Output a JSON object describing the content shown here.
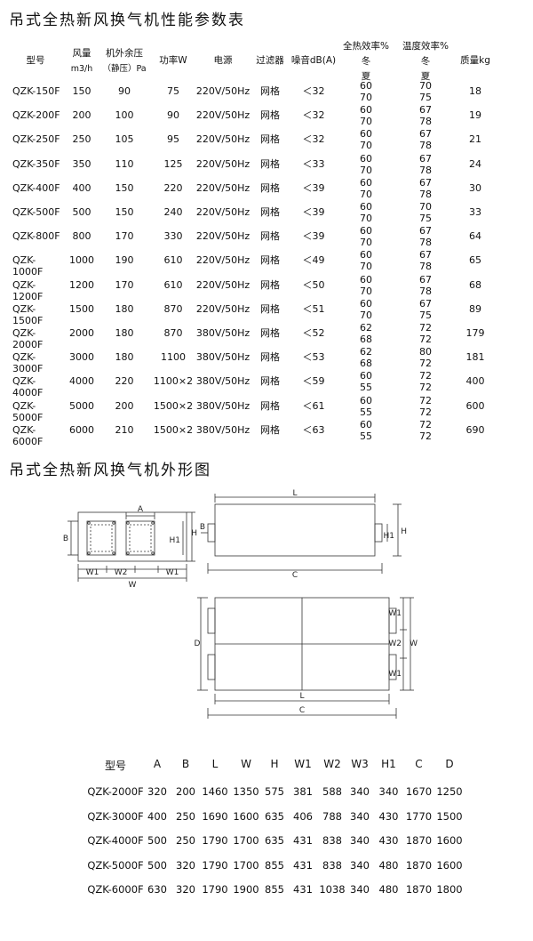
{
  "titles": {
    "spec_table": "吊式全热新风换气机性能参数表",
    "outline": "吊式全热新风换气机外形图"
  },
  "spec_table": {
    "headers": {
      "model": "型号",
      "airflow": "风量",
      "airflow_unit": "m3/h",
      "pressure": "机外余压",
      "pressure_unit": "（静压）Pa",
      "power": "功率W",
      "supply": "电源",
      "filter": "过滤器",
      "noise": "噪音dB(A)",
      "enthalpy_eff": "全热效率%",
      "enthalpy_winter": "冬",
      "enthalpy_summer": "夏",
      "temp_eff": "温度效率%",
      "temp_winter": "冬",
      "temp_summer": "夏",
      "mass": "质量kg"
    },
    "rows": [
      {
        "model": "QZK-150F",
        "airflow": "150",
        "pressure": "90",
        "power": "75",
        "supply": "220V/50Hz",
        "filter": "网格",
        "noise": "＜32",
        "eff_a": "60",
        "eff_b": "70",
        "temp_a": "70",
        "temp_b": "75",
        "mass": "18"
      },
      {
        "model": "QZK-200F",
        "airflow": "200",
        "pressure": "100",
        "power": "90",
        "supply": "220V/50Hz",
        "filter": "网格",
        "noise": "＜32",
        "eff_a": "60",
        "eff_b": "70",
        "temp_a": "67",
        "temp_b": "78",
        "mass": "19"
      },
      {
        "model": "QZK-250F",
        "airflow": "250",
        "pressure": "105",
        "power": "95",
        "supply": "220V/50Hz",
        "filter": "网格",
        "noise": "＜32",
        "eff_a": "60",
        "eff_b": "70",
        "temp_a": "67",
        "temp_b": "78",
        "mass": "21"
      },
      {
        "model": "QZK-350F",
        "airflow": "350",
        "pressure": "110",
        "power": "125",
        "supply": "220V/50Hz",
        "filter": "网格",
        "noise": "＜33",
        "eff_a": "60",
        "eff_b": "70",
        "temp_a": "67",
        "temp_b": "78",
        "mass": "24"
      },
      {
        "model": "QZK-400F",
        "airflow": "400",
        "pressure": "150",
        "power": "220",
        "supply": "220V/50Hz",
        "filter": "网格",
        "noise": "＜39",
        "eff_a": "60",
        "eff_b": "70",
        "temp_a": "67",
        "temp_b": "78",
        "mass": "30"
      },
      {
        "model": "QZK-500F",
        "airflow": "500",
        "pressure": "150",
        "power": "240",
        "supply": "220V/50Hz",
        "filter": "网格",
        "noise": "＜39",
        "eff_a": "60",
        "eff_b": "70",
        "temp_a": "70",
        "temp_b": "75",
        "mass": "33"
      },
      {
        "model": "QZK-800F",
        "airflow": "800",
        "pressure": "170",
        "power": "330",
        "supply": "220V/50Hz",
        "filter": "网格",
        "noise": "＜39",
        "eff_a": "60",
        "eff_b": "70",
        "temp_a": "67",
        "temp_b": "78",
        "mass": "64"
      },
      {
        "model": "QZK-1000F",
        "airflow": "1000",
        "pressure": "190",
        "power": "610",
        "supply": "220V/50Hz",
        "filter": "网格",
        "noise": "＜49",
        "eff_a": "60",
        "eff_b": "70",
        "temp_a": "67",
        "temp_b": "78",
        "mass": "65"
      },
      {
        "model": "QZK-1200F",
        "airflow": "1200",
        "pressure": "170",
        "power": "610",
        "supply": "220V/50Hz",
        "filter": "网格",
        "noise": "＜50",
        "eff_a": "60",
        "eff_b": "70",
        "temp_a": "67",
        "temp_b": "78",
        "mass": "68"
      },
      {
        "model": "QZK-1500F",
        "airflow": "1500",
        "pressure": "180",
        "power": "870",
        "supply": "220V/50Hz",
        "filter": "网格",
        "noise": "＜51",
        "eff_a": "60",
        "eff_b": "70",
        "temp_a": "67",
        "temp_b": "75",
        "mass": "89"
      },
      {
        "model": "QZK-2000F",
        "airflow": "2000",
        "pressure": "180",
        "power": "870",
        "supply": "380V/50Hz",
        "filter": "网格",
        "noise": "＜52",
        "eff_a": "62",
        "eff_b": "68",
        "temp_a": "72",
        "temp_b": "72",
        "mass": "179"
      },
      {
        "model": "QZK-3000F",
        "airflow": "3000",
        "pressure": "180",
        "power": "1100",
        "supply": "380V/50Hz",
        "filter": "网格",
        "noise": "＜53",
        "eff_a": "62",
        "eff_b": "68",
        "temp_a": "80",
        "temp_b": "72",
        "mass": "181"
      },
      {
        "model": "QZK-4000F",
        "airflow": "4000",
        "pressure": "220",
        "power": "1100×2",
        "supply": "380V/50Hz",
        "filter": "网格",
        "noise": "＜59",
        "eff_a": "60",
        "eff_b": "55",
        "temp_a": "72",
        "temp_b": "72",
        "mass": "400"
      },
      {
        "model": "QZK-5000F",
        "airflow": "5000",
        "pressure": "200",
        "power": "1500×2",
        "supply": "380V/50Hz",
        "filter": "网格",
        "noise": "＜61",
        "eff_a": "60",
        "eff_b": "55",
        "temp_a": "72",
        "temp_b": "72",
        "mass": "600"
      },
      {
        "model": "QZK-6000F",
        "airflow": "6000",
        "pressure": "210",
        "power": "1500×2",
        "supply": "380V/50Hz",
        "filter": "网格",
        "noise": "＜63",
        "eff_a": "60",
        "eff_b": "55",
        "temp_a": "72",
        "temp_b": "72",
        "mass": "690"
      }
    ]
  },
  "drawing_labels": {
    "A": "A",
    "B": "B",
    "H": "H",
    "H1": "H1",
    "W1": "W1",
    "W2": "W2",
    "W": "W",
    "L": "L",
    "C": "C",
    "D": "D"
  },
  "dim_table": {
    "headers": [
      "型号",
      "A",
      "B",
      "L",
      "W",
      "H",
      "W1",
      "W2",
      "W3",
      "H1",
      "C",
      "D"
    ],
    "rows": [
      [
        "QZK-2000F",
        "320",
        "200",
        "1460",
        "1350",
        "575",
        "381",
        "588",
        "340",
        "340",
        "1670",
        "1250"
      ],
      [
        "QZK-3000F",
        "400",
        "250",
        "1690",
        "1600",
        "635",
        "406",
        "788",
        "340",
        "430",
        "1770",
        "1500"
      ],
      [
        "QZK-4000F",
        "500",
        "250",
        "1790",
        "1700",
        "635",
        "431",
        "838",
        "340",
        "430",
        "1870",
        "1600"
      ],
      [
        "QZK-5000F",
        "500",
        "320",
        "1790",
        "1700",
        "855",
        "431",
        "838",
        "340",
        "480",
        "1870",
        "1600"
      ],
      [
        "QZK-6000F",
        "630",
        "320",
        "1790",
        "1900",
        "855",
        "431",
        "1038",
        "340",
        "480",
        "1870",
        "1800"
      ]
    ]
  }
}
